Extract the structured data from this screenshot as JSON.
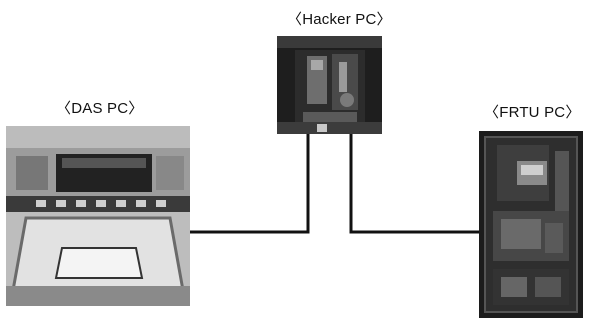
{
  "diagram": {
    "nodes": [
      {
        "id": "hacker",
        "label": "〈Hacker PC〉"
      },
      {
        "id": "das",
        "label": "〈DAS PC〉"
      },
      {
        "id": "frtu",
        "label": "〈FRTU PC〉"
      }
    ],
    "edges": [
      {
        "from": "das",
        "to": "hacker"
      },
      {
        "from": "hacker",
        "to": "frtu"
      }
    ]
  }
}
